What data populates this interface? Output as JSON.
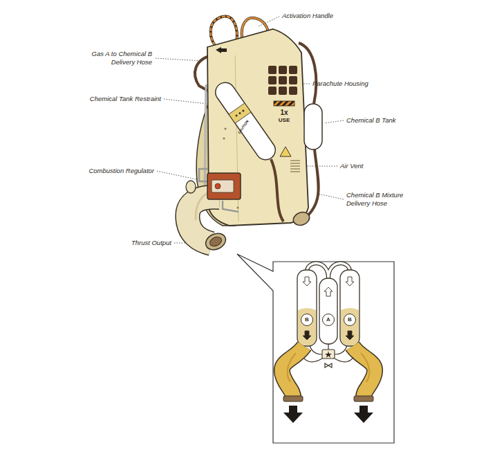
{
  "diagram": {
    "nodes": [
      {
        "text": [
          "B"
        ]
      },
      {
        "text": [
          "A"
        ]
      },
      {
        "text": [
          "B"
        ]
      }
    ],
    "labels": [
      "Activation Handle",
      "Gas A to Chemical B Delivery Hose",
      "Parachute Housing",
      "Chemical Tank Restraint",
      "Chemical B Tank",
      "Air Vent",
      "Combustion Regulator",
      "Chemical B Mixture Delivery Hose",
      "Thrust Output",
      "1x",
      "USE",
      "CAUTION"
    ]
  }
}
